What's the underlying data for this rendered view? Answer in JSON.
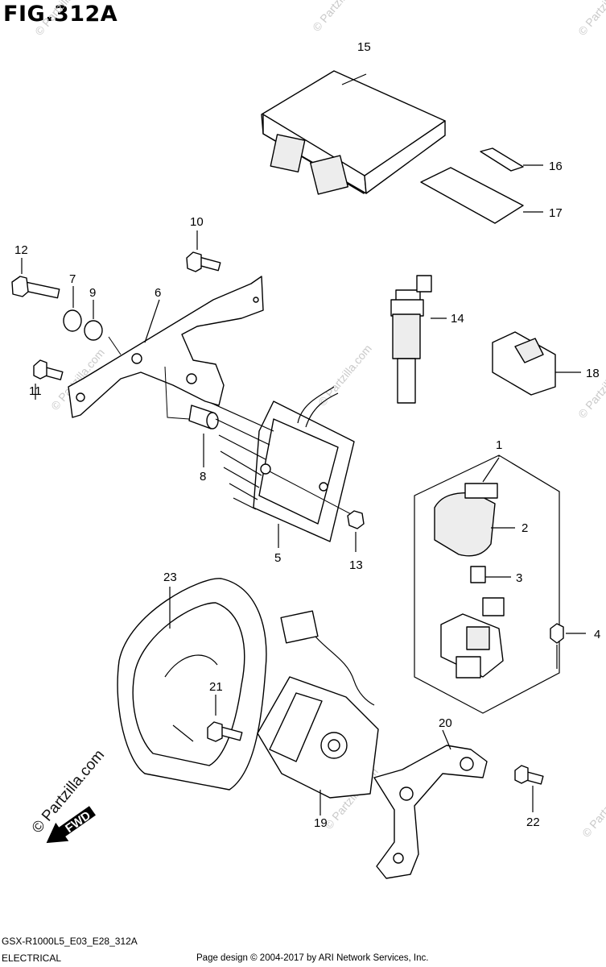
{
  "figure_title": "FIG.312A",
  "diagram_code": "GSX-R1000L5_E03_E28_312A",
  "category": "ELECTRICAL",
  "credit": "Page design © 2004-2017 by ARI Network Services, Inc.",
  "watermark_text": "© Partzilla.com",
  "fwd_label": "FWD",
  "callouts": [
    "1",
    "2",
    "3",
    "4",
    "5",
    "6",
    "7",
    "8",
    "9",
    "10",
    "11",
    "12",
    "13",
    "14",
    "15",
    "16",
    "17",
    "18",
    "19",
    "20",
    "21",
    "22",
    "23"
  ]
}
